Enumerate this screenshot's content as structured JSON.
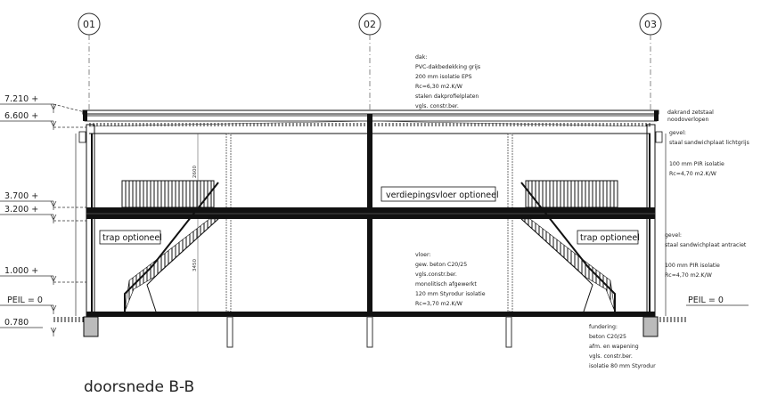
{
  "title": "doorsnede B-B",
  "grid_axes": [
    "01",
    "02",
    "03"
  ],
  "levels_left": [
    "7.210 +",
    "6.600 +",
    "3.700 +",
    "3.200 +",
    "1.000 +",
    "PEIL = 0",
    "0.780"
  ],
  "level_right": "PEIL = 0",
  "labels": {
    "floor": "verdiepingsvloer optioneel",
    "stair_left": "trap optioneel",
    "stair_right": "trap optioneel"
  },
  "dimensions": [
    "2600",
    "3450"
  ],
  "notes": {
    "roof": [
      "dak:",
      "PVC-dakbedekking grijs",
      "200 mm isolatie EPS",
      "Rc=6,30 m2.K/W",
      "stalen dakprofielplaten",
      "vgls. constr.ber."
    ],
    "roof_edge": [
      "dakrand zetstaal",
      "noodoverlopen"
    ],
    "facade_upper": [
      "gevel:",
      "staal sandwichplaat lichtgrijs",
      "100 mm PIR isolatie",
      "Rc=4,70 m2.K/W"
    ],
    "facade_lower": [
      "gevel:",
      "staal sandwichplaat antraciet",
      "100 mm PIR isolatie",
      "Rc=4,70 m2.K/W"
    ],
    "floor": [
      "vloer:",
      "gew. beton C20/25",
      "vgls.constr.ber.",
      "monolitisch afgewerkt",
      "120 mm Styrodur isolatie",
      "Rc=3,70 m2.K/W"
    ],
    "foundation": [
      "fundering:",
      "beton C20/25",
      "afm. en wapening",
      "vgls. constr.ber.",
      "isolatie 80 mm Styrodur"
    ]
  }
}
